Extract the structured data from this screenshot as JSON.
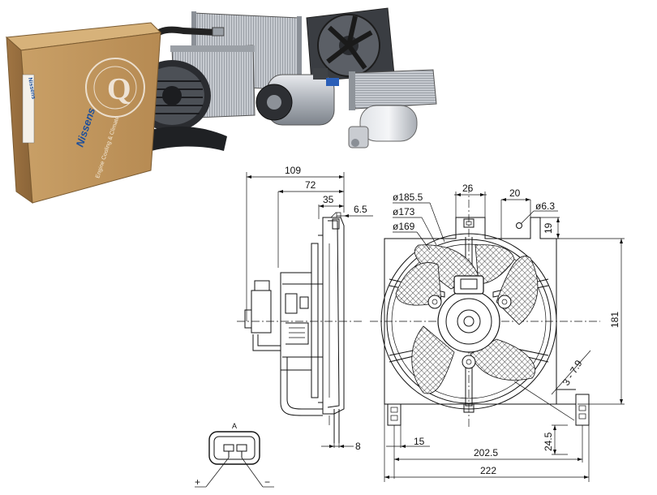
{
  "photo": {
    "brand_label": "Nissens",
    "brand_label_side": "Nissens",
    "box_tagline": "Engine Cooling & Climate",
    "box_seal": "Q"
  },
  "side_view": {
    "dims": {
      "overall": "109",
      "mid": "72",
      "inner": "35",
      "flange": "6.5",
      "bottom": "8"
    }
  },
  "front_view": {
    "dims": {
      "d_outer": "ø185.5",
      "d_mid": "ø173",
      "d_inner": "ø169",
      "top_width": "26",
      "top_offset": "20",
      "hole_dia": "ø6.3",
      "top_height": "19",
      "height": "181",
      "slot": "3 - 7.9",
      "bottom_height": "24.5",
      "foot_offset": "15",
      "hole_span": "202.5",
      "overall_width": "222"
    }
  },
  "connector": {
    "pin_mark": "A",
    "plus": "+",
    "minus": "−"
  },
  "colors": {
    "box": "#c79c62",
    "box_dark": "#a97f48",
    "brand_blue": "#1d4f9b",
    "metal": "#b8bcc2",
    "line": "#111111"
  }
}
